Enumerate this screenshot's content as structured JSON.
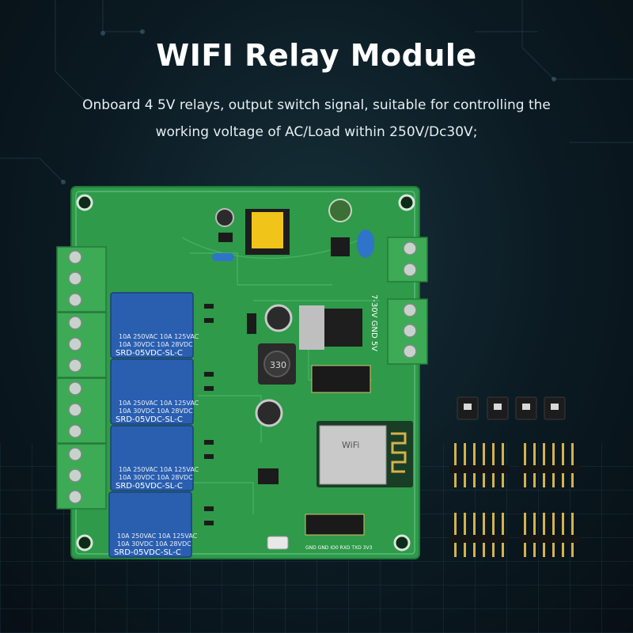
{
  "header": {
    "title": "WIFI Relay Module",
    "subtitle_line1": "Onboard 4 5V relays, output switch signal, suitable for controlling the",
    "subtitle_line2": "working voltage of AC/Load within 250V/Dc30V;"
  },
  "relays": [
    {
      "line1": "10A 250VAC  10A 125VAC",
      "line2": "10A  30VDC  10A  28VDC",
      "model": "SRD-05VDC-SL-C"
    },
    {
      "line1": "10A 250VAC  10A 125VAC",
      "line2": "10A  30VDC  10A  28VDC",
      "model": "SRD-05VDC-SL-C"
    },
    {
      "line1": "10A 250VAC  10A 125VAC",
      "line2": "10A  30VDC  10A  28VDC",
      "model": "SRD-05VDC-SL-C"
    },
    {
      "line1": "10A 250VAC  10A 125VAC",
      "line2": "10A  30VDC  10A  28VDC",
      "model": "SRD-05VDC-SL-C"
    }
  ],
  "board_labels": {
    "power_input": "7-30V GND 5V",
    "wifi_module": "WiFi",
    "inductor": "330",
    "header_row": "GND GND IO0 RXD TXD 3V3"
  },
  "colors": {
    "background": "#0b1a22",
    "pcb": "#2e9a4a",
    "relay": "#2a5fb0",
    "terminal": "#3daa55"
  },
  "icons": [
    "relay-icon",
    "terminal-block-icon",
    "wifi-module-icon",
    "jumper-cap-icon",
    "pin-header-icon"
  ]
}
